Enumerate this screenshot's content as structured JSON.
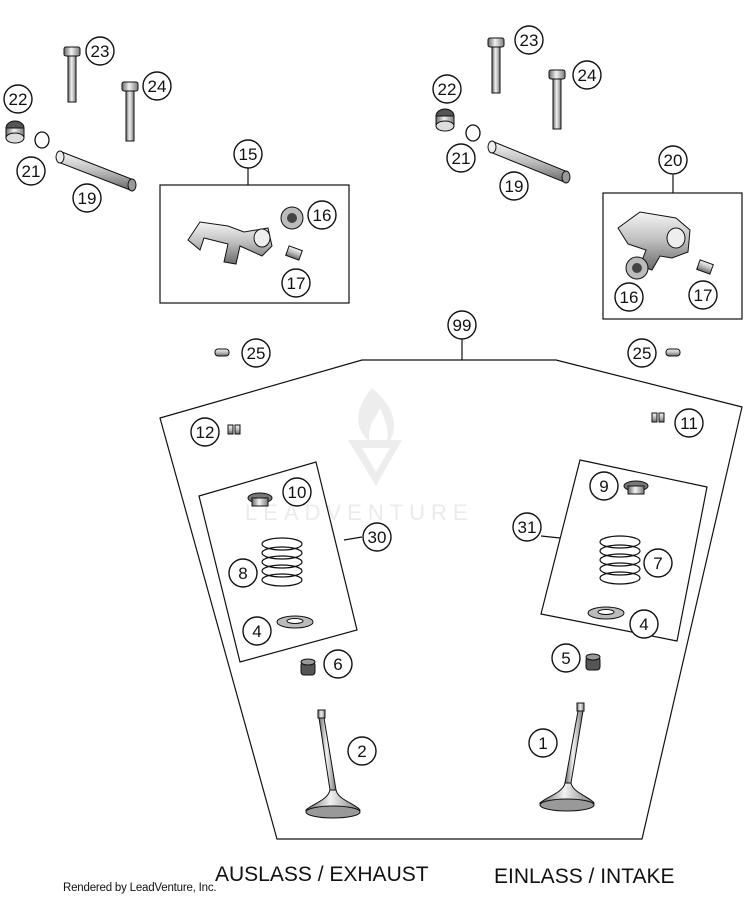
{
  "callouts": [
    {
      "id": "c23a",
      "text": "23"
    },
    {
      "id": "c24a",
      "text": "24"
    },
    {
      "id": "c22a",
      "text": "22"
    },
    {
      "id": "c21a",
      "text": "21"
    },
    {
      "id": "c19a",
      "text": "19"
    },
    {
      "id": "c15",
      "text": "15"
    },
    {
      "id": "c16a",
      "text": "16"
    },
    {
      "id": "c17a",
      "text": "17"
    },
    {
      "id": "c23b",
      "text": "23"
    },
    {
      "id": "c24b",
      "text": "24"
    },
    {
      "id": "c22b",
      "text": "22"
    },
    {
      "id": "c21b",
      "text": "21"
    },
    {
      "id": "c19b",
      "text": "19"
    },
    {
      "id": "c20",
      "text": "20"
    },
    {
      "id": "c16b",
      "text": "16"
    },
    {
      "id": "c17b",
      "text": "17"
    },
    {
      "id": "c99",
      "text": "99"
    },
    {
      "id": "c25a",
      "text": "25"
    },
    {
      "id": "c25b",
      "text": "25"
    },
    {
      "id": "c12",
      "text": "12"
    },
    {
      "id": "c11",
      "text": "11"
    },
    {
      "id": "c10",
      "text": "10"
    },
    {
      "id": "c30",
      "text": "30"
    },
    {
      "id": "c8",
      "text": "8"
    },
    {
      "id": "c4a",
      "text": "4"
    },
    {
      "id": "c9",
      "text": "9"
    },
    {
      "id": "c31",
      "text": "31"
    },
    {
      "id": "c7",
      "text": "7"
    },
    {
      "id": "c4b",
      "text": "4"
    },
    {
      "id": "c6",
      "text": "6"
    },
    {
      "id": "c5",
      "text": "5"
    },
    {
      "id": "c2",
      "text": "2"
    },
    {
      "id": "c1",
      "text": "1"
    }
  ],
  "labels": {
    "exhaust": "AUSLASS / EXHAUST",
    "intake": "EINLASS / INTAKE"
  },
  "credit": "Rendered by LeadVenture, Inc.",
  "watermark": "LEADVENTURE",
  "colors": {
    "line": "#111111",
    "watermark": "#e9e9e9",
    "part_fill": "#d9d9d9"
  }
}
